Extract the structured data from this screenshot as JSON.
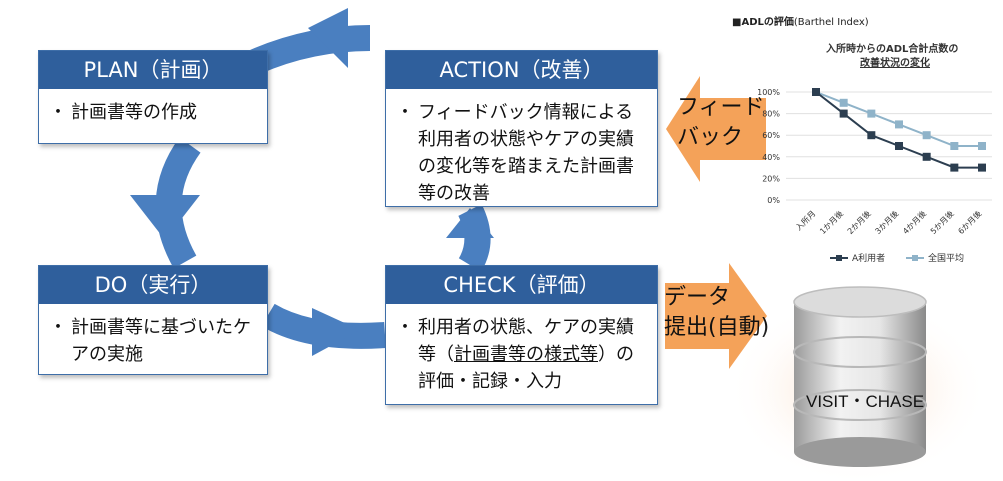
{
  "plan": {
    "title": "PLAN（計画）",
    "bullet": "・",
    "text": "計画書等の作成"
  },
  "action": {
    "title": "ACTION（改善）",
    "bullet": "・",
    "text": "フィードバック情報による利用者の状態やケアの実績の変化等を踏まえた計画書等の改善"
  },
  "do": {
    "title": "DO（実行）",
    "bullet": "・",
    "text": "計画書等に基づいたケアの実施"
  },
  "check": {
    "title": "CHECK（評価）",
    "bullet": "・",
    "text_before": "利用者の状態、ケアの実績等（",
    "text_underlined": "計画書等の様式等",
    "text_after": "）の評価・記録・入力"
  },
  "feedback_arrow": {
    "line1": "フィード",
    "line2": "バック"
  },
  "data_arrow": {
    "line1": "データ",
    "line2": "提出(自動)"
  },
  "database": {
    "label": "VISIT・CHASE"
  },
  "colors": {
    "cycle_blue": "#4a7fc0",
    "box_header": "#2f5f9c",
    "arrow_orange": "#f4a259",
    "series_a": "#2c3e50",
    "series_national": "#8fb3c9"
  },
  "chart_data": {
    "type": "line",
    "title": "■ADLの評価",
    "title_note": "(Barthel Index)",
    "subtitle_line1": "入所時からのADL合計点数の",
    "subtitle_line2": "改善状況の変化",
    "categories": [
      "入所月",
      "1か月後",
      "2か月後",
      "3か月後",
      "4か月後",
      "5か月後",
      "6か月後"
    ],
    "series": [
      {
        "name": "A利用者",
        "values": [
          100,
          80,
          60,
          50,
          40,
          30,
          30
        ]
      },
      {
        "name": "全国平均",
        "values": [
          100,
          90,
          80,
          70,
          60,
          50,
          50
        ]
      }
    ],
    "yticks": [
      "0%",
      "20%",
      "40%",
      "60%",
      "80%",
      "100%"
    ],
    "ylim": [
      0,
      100
    ],
    "grid": true,
    "legend": "bottom"
  }
}
